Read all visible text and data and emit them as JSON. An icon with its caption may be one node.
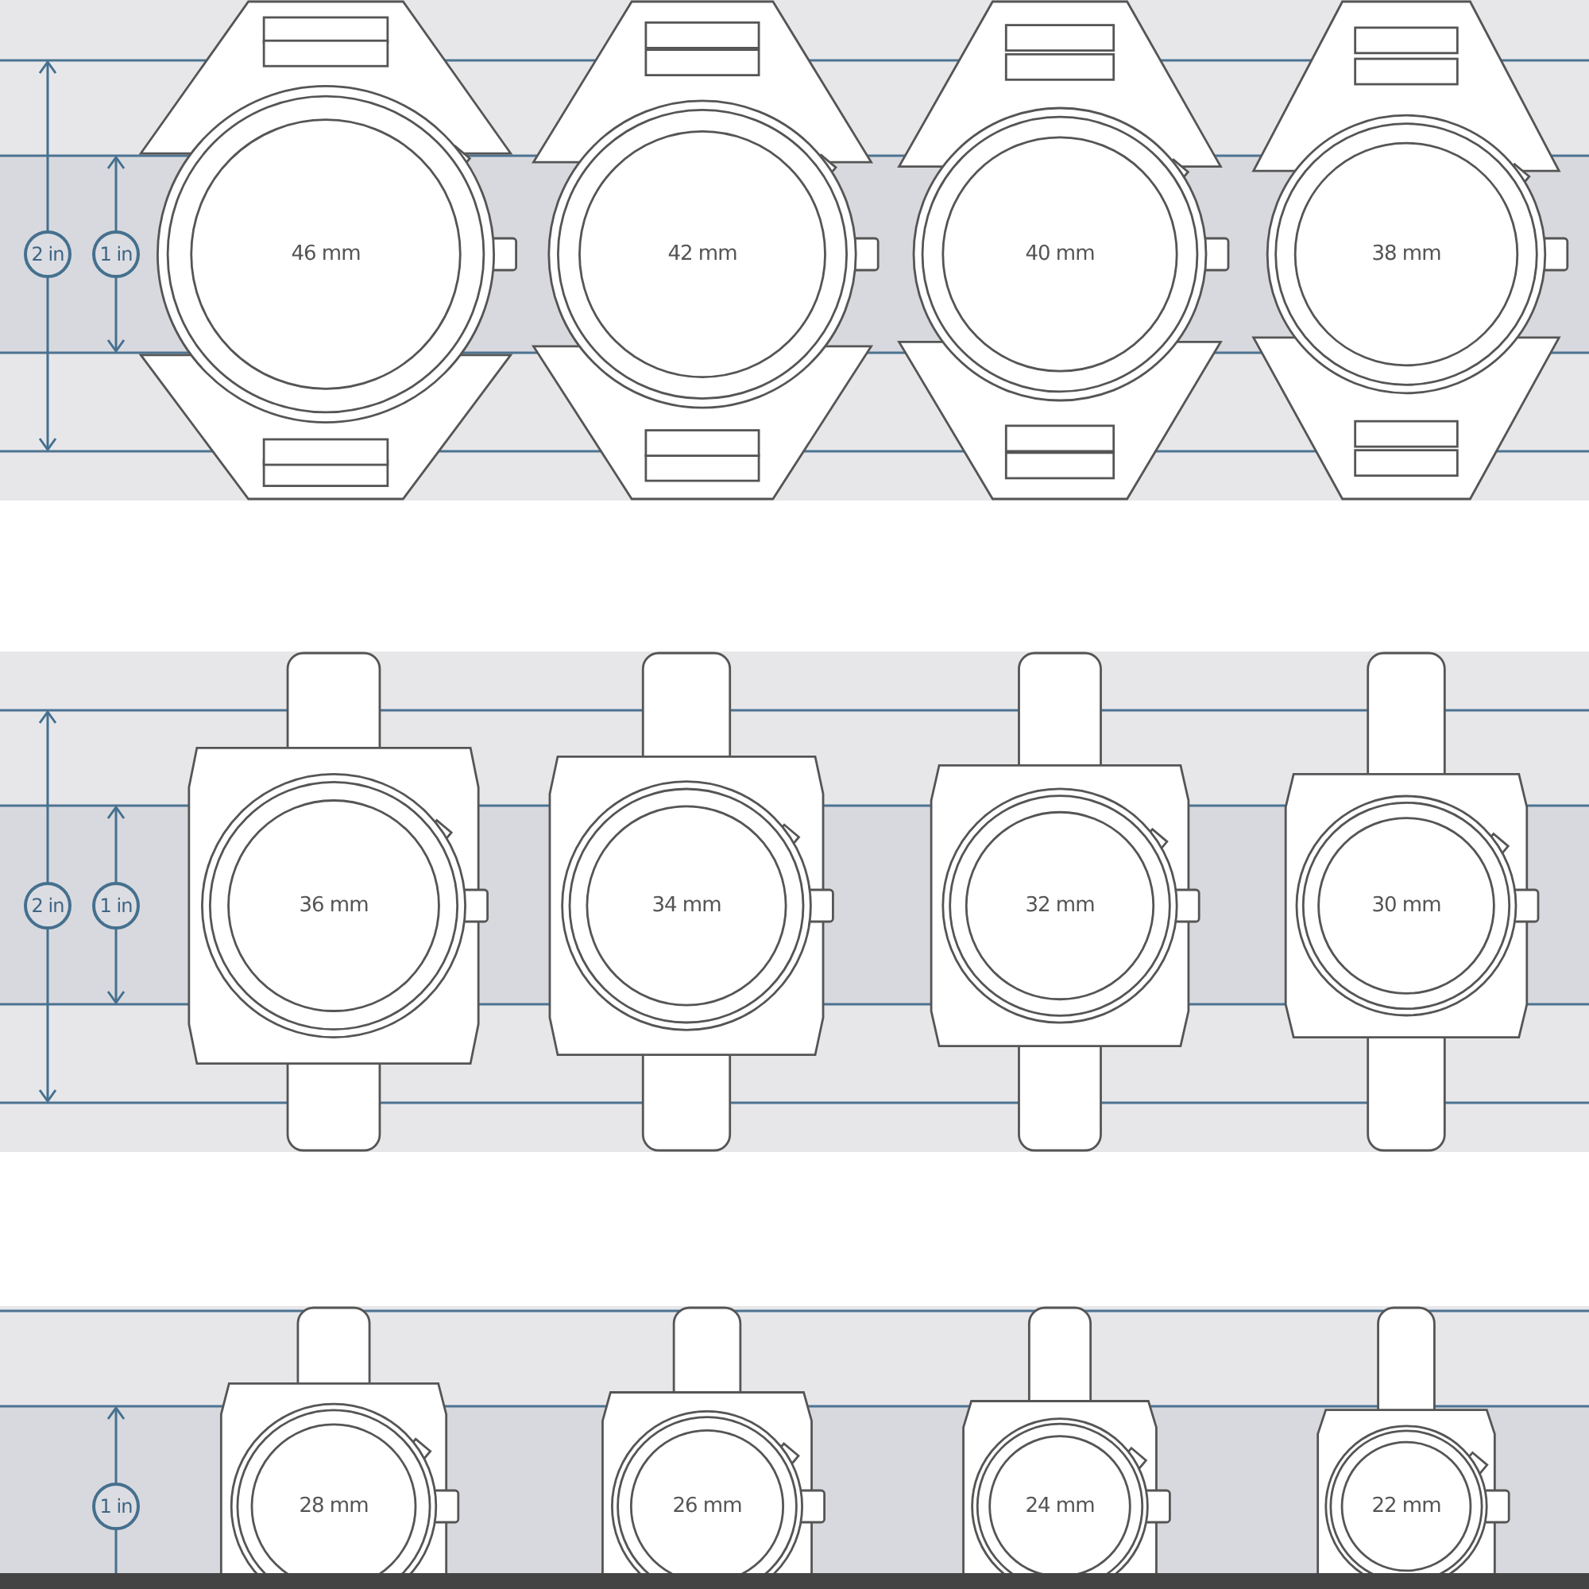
{
  "diagram": {
    "labels": [
      "2 in",
      "1 in",
      "46 mm",
      "42 mm",
      "40 mm",
      "38 mm",
      "2 in",
      "1 in",
      "36 mm",
      "34 mm",
      "32 mm",
      "30 mm",
      "1 in",
      "28 mm",
      "26 mm",
      "24 mm",
      "22 mm"
    ]
  }
}
